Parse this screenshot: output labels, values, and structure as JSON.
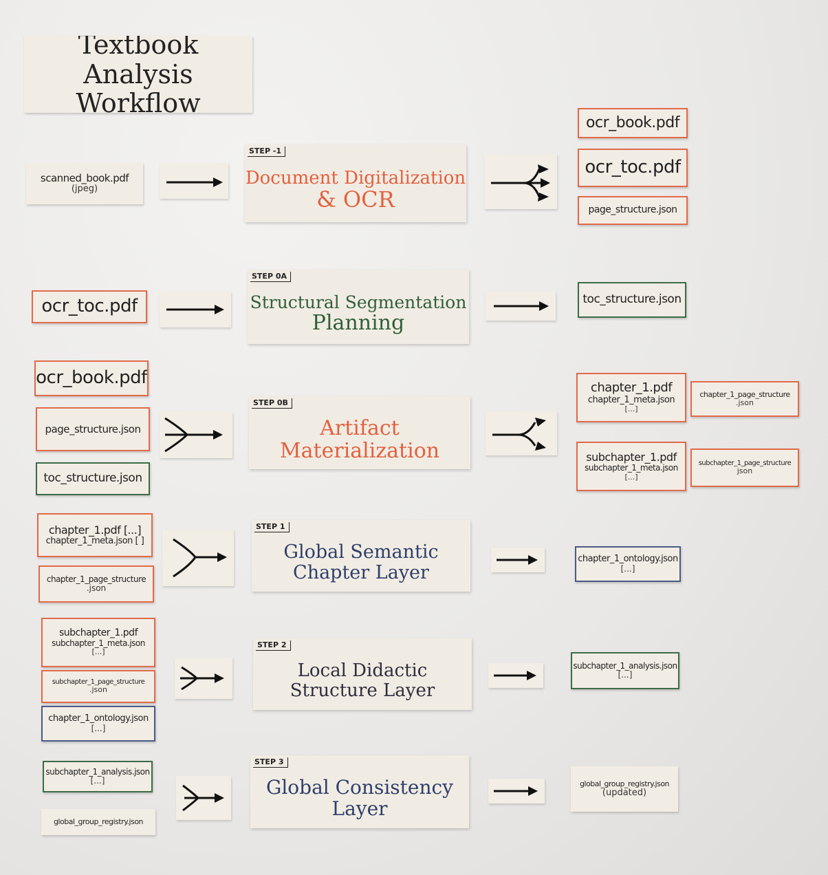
{
  "title": {
    "line1": "Textbook Analysis",
    "line2": "Workflow"
  },
  "steps": {
    "s_m1": {
      "tag": "STEP -1",
      "line1": "Document Digitalization",
      "line2": "& OCR"
    },
    "s_0a": {
      "tag": "STEP 0A",
      "line1": "Structural Segmentation",
      "line2": "Planning"
    },
    "s_0b": {
      "tag": "STEP 0B",
      "line1": "Artifact Materialization"
    },
    "s_1": {
      "tag": "STEP 1",
      "line1": "Global Semantic",
      "line2": "Chapter Layer"
    },
    "s_2": {
      "tag": "STEP 2",
      "line1": "Local Didactic",
      "line2": "Structure Layer"
    },
    "s_3": {
      "tag": "STEP 3",
      "line1": "Global Consistency",
      "line2": "Layer"
    }
  },
  "inputs": {
    "scanned": {
      "name": "scanned_book.pdf",
      "sub": "(jpeg)"
    },
    "ocr_toc": "ocr_toc.pdf",
    "ocr_book": "ocr_book.pdf",
    "page_structure": "page_structure.json",
    "toc_structure": "toc_structure.json",
    "ch_a": "chapter_1.pdf [...]",
    "ch_b": "chapter_1_meta.json [ ]",
    "ch_ps": {
      "name": "chapter_1_page_structure",
      "sub": ".json"
    },
    "sub_a": "subchapter_1.pdf",
    "sub_b": "subchapter_1_meta.json",
    "sub_c": "[...]",
    "sub_ps": {
      "name": "subchapter_1_page_structure",
      "sub": ".json"
    },
    "ch_ont": {
      "name": "chapter_1_ontology.json",
      "sub": "[...]"
    },
    "sub_an": {
      "name": "subchapter_1_analysis.json",
      "sub": "[...]"
    },
    "ggr": "global_group_registry.json"
  },
  "outputs": {
    "ocr_book": "ocr_book.pdf",
    "ocr_toc": "ocr_toc.pdf",
    "page_structure": "page_structure.json",
    "toc_structure": "toc_structure.json",
    "ch_a": "chapter_1.pdf",
    "ch_b": "chapter_1_meta.json",
    "ch_c": "[...]",
    "ch_ps": {
      "name": "chapter_1_page_structure",
      "sub": ".json"
    },
    "sub_a": "subchapter_1.pdf",
    "sub_b": "subchapter_1_meta.json",
    "sub_c": "[...]",
    "sub_ps": {
      "name": "subchapter_1_page_structure",
      "sub": "json"
    },
    "ch_ont": {
      "name": "chapter_1_ontology.json",
      "sub": "[...]"
    },
    "sub_an": {
      "name": "subchapter_1_analysis.json",
      "sub": "[...]"
    },
    "ggr": {
      "name": "global_group_registry.json",
      "sub": "(updated)"
    }
  },
  "colors": {
    "red": "#e06a4c",
    "green": "#3c6b45",
    "blue": "#4a5a86",
    "paper": "#f2ede4"
  }
}
